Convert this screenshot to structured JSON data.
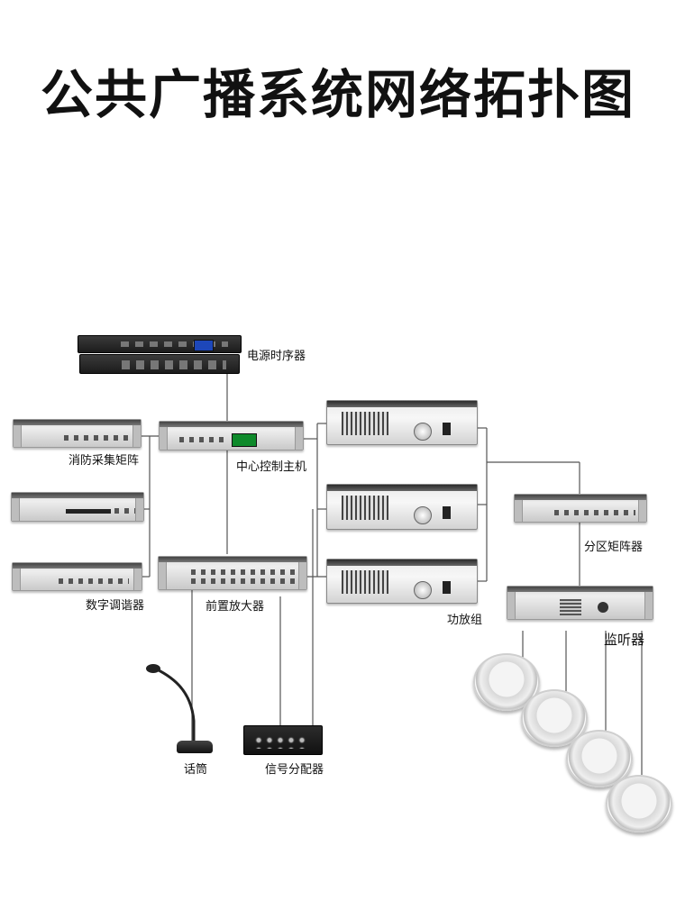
{
  "title": "公共广播系统网络拓扑图",
  "labels": {
    "power_sequencer": "电源时序器",
    "fire_matrix": "消防采集矩阵",
    "central_host": "中心控制主机",
    "digital_tuner": "数字调谐器",
    "preamp": "前置放大器",
    "amp_group": "功放组",
    "zone_matrix": "分区矩阵器",
    "monitor": "监听器",
    "microphone": "话筒",
    "splitter": "信号分配器"
  },
  "icons": [
    "power-sequencer-icon",
    "rack-unit-icon",
    "amplifier-icon",
    "microphone-icon",
    "splitter-icon",
    "ceiling-speaker-icon"
  ],
  "colors": {
    "line": "#555555",
    "title": "#111111"
  }
}
